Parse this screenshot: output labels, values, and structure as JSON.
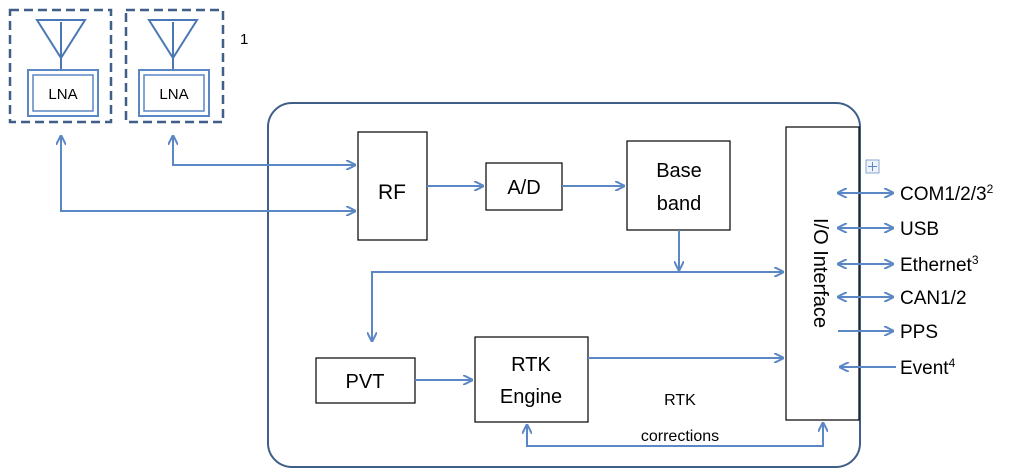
{
  "blocks": {
    "lna_1": "LNA",
    "lna_2": "LNA",
    "rf": "RF",
    "ad": "A/D",
    "baseband_line1": "Base",
    "baseband_line2": "band",
    "io_interface": "I/O Interface",
    "pvt": "PVT",
    "rtk_line1": "RTK",
    "rtk_line2": "Engine"
  },
  "notes": {
    "antenna_footnote": "1",
    "rtk_corrections_line1": "RTK",
    "rtk_corrections_line2": "corrections"
  },
  "ports": [
    {
      "name": "COM1/2/3",
      "sup": "2"
    },
    {
      "name": "USB",
      "sup": ""
    },
    {
      "name": "Ethernet",
      "sup": "3"
    },
    {
      "name": "CAN1/2",
      "sup": ""
    },
    {
      "name": "PPS",
      "sup": ""
    },
    {
      "name": "Event",
      "sup": "4"
    }
  ],
  "colors": {
    "arrow": "#5b87c5",
    "border": "#3f5f88",
    "box_stroke": "#000000"
  }
}
